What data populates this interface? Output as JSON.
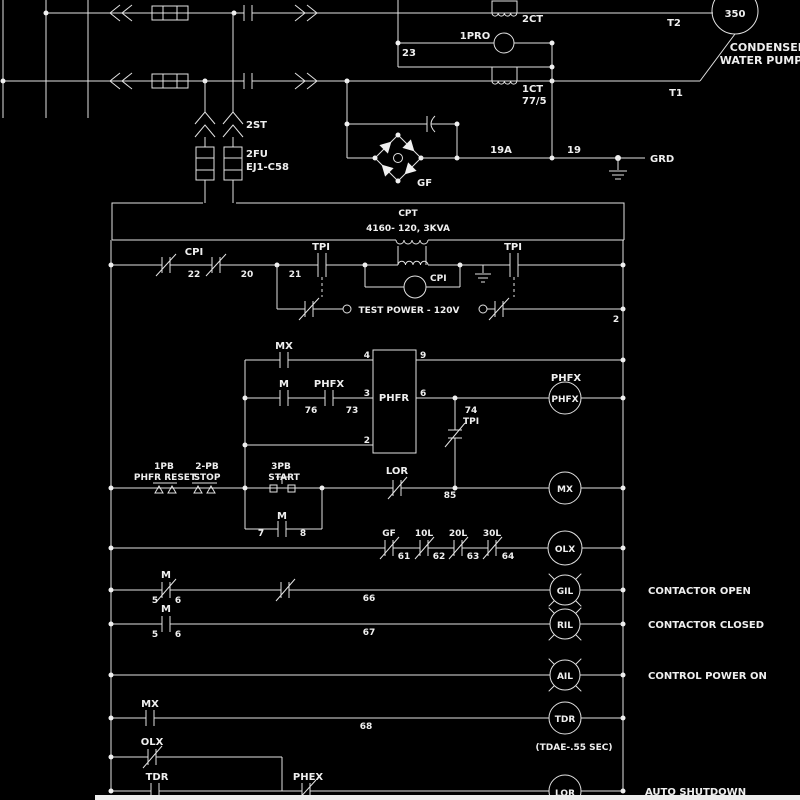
{
  "power": {
    "ct2": "2CT",
    "pro1": "1PRO",
    "w23": "23",
    "ct1": "1CT",
    "ct1_ratio": "77/5",
    "t2": "T2",
    "t1": "T1",
    "motor_hp": "350",
    "pump1": "CONDENSER",
    "pump2": "WATER PUMP",
    "st2": "2ST",
    "fu2": "2FU",
    "fu2_model": "EJ1-C58",
    "gf": "GF",
    "w19a": "19A",
    "w19": "19",
    "grd": "GRD",
    "cpt": "CPT",
    "cpt_rating": "4160- 120, 3KVA"
  },
  "ladder": {
    "cpi": "CPI",
    "w22": "22",
    "w20": "20",
    "w21": "21",
    "tpi_a": "TPI",
    "cpi_coil": "CPI",
    "test_power": "TEST POWER - 120V",
    "tpi_b": "TPI",
    "w2": "2",
    "mx": "MX",
    "m": "M",
    "phfx": "PHFX",
    "w76": "76",
    "w73": "73",
    "phfr": "PHFR",
    "t4": "4",
    "t3": "3",
    "t2": "2",
    "t9": "9",
    "t6": "6",
    "w74": "74",
    "tpi_c": "TPI",
    "phfx_coil": "PHFX",
    "pb1": "1PB",
    "pb1_desc": "PHFR RESET",
    "pb2": "2-PB",
    "pb2_desc": "STOP",
    "pb3": "3PB",
    "pb3_desc": "START",
    "m78": "M",
    "w7": "7",
    "w8": "8",
    "lor": "LOR",
    "w85": "85",
    "mx_coil": "MX",
    "gf": "GF",
    "w61": "61",
    "l10": "10L",
    "w62": "62",
    "l20": "20L",
    "w63": "63",
    "l30": "30L",
    "w64": "64",
    "olx_coil": "OLX",
    "gil": {
      "m": "M",
      "t5": "5",
      "t6": "6",
      "w": "66",
      "lamp": "GIL",
      "desc": "CONTACTOR OPEN"
    },
    "ril": {
      "m": "M",
      "t5": "5",
      "t6": "6",
      "w": "67",
      "lamp": "RIL",
      "desc": "CONTACTOR CLOSED"
    },
    "ail": {
      "lamp": "AIL",
      "desc": "CONTROL POWER ON"
    },
    "tdr": {
      "mx": "MX",
      "w": "68",
      "coil": "TDR",
      "note": "(TDAE-.55 SEC)"
    },
    "lor_rung": {
      "olx": "OLX",
      "tdr": "TDR",
      "phex": "PHEX",
      "coil": "LOR",
      "desc": "AUTO SHUTDOWN"
    }
  }
}
